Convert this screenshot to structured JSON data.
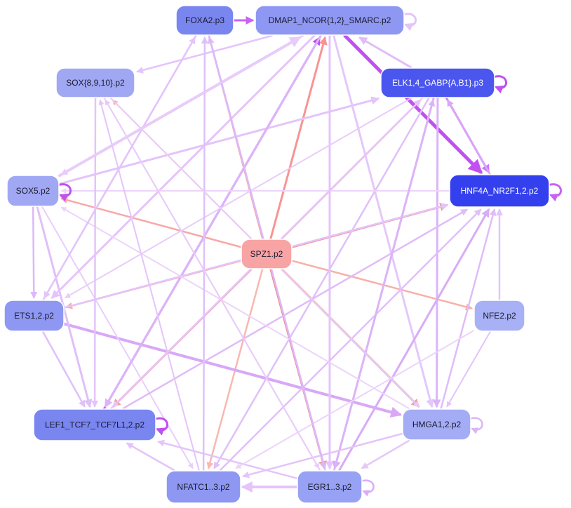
{
  "colors": {
    "purple_edge": "#c050f0",
    "light_purple_edge": "#dcb4f8",
    "salmon_edge": "#f89494",
    "light_salmon_edge": "#f8b8b0",
    "node_dark_text": "#1a1a2e",
    "node_light_text": "#ffffff"
  },
  "nodes": [
    {
      "id": "foxa2",
      "label": "FOXA2.p3",
      "fill": "#7a86f0",
      "text": "#1a1a2e"
    },
    {
      "id": "dmap1",
      "label": "DMAP1_NCOR{1,2}_SMARC.p2",
      "fill": "#8e98f2",
      "text": "#1a1a2e"
    },
    {
      "id": "sox8910",
      "label": "SOX{8,9,10}.p2",
      "fill": "#a0a8f4",
      "text": "#1a1a2e"
    },
    {
      "id": "elk14",
      "label": "ELK1,4_GABP{A,B1}.p3",
      "fill": "#4a56ee",
      "text": "#ffffff"
    },
    {
      "id": "sox5",
      "label": "SOX5.p2",
      "fill": "#a0a8f4",
      "text": "#1a1a2e"
    },
    {
      "id": "hnf4a",
      "label": "HNF4A_NR2F1,2.p2",
      "fill": "#3440ee",
      "text": "#ffffff"
    },
    {
      "id": "spz1",
      "label": "SPZ1.p2",
      "fill": "#f8a4a4",
      "text": "#1a1a2e"
    },
    {
      "id": "ets12",
      "label": "ETS1,2.p2",
      "fill": "#8e98f2",
      "text": "#1a1a2e"
    },
    {
      "id": "nfe2",
      "label": "NFE2.p2",
      "fill": "#a8b0f6",
      "text": "#1a1a2e"
    },
    {
      "id": "lef1",
      "label": "LEF1_TCF7_TCF7L1,2.p2",
      "fill": "#7a86f0",
      "text": "#1a1a2e"
    },
    {
      "id": "hmga12",
      "label": "HMGA1,2.p2",
      "fill": "#a4acf6",
      "text": "#1a1a2e"
    },
    {
      "id": "nfatc13",
      "label": "NFATC1..3.p2",
      "fill": "#8e98f2",
      "text": "#1a1a2e"
    },
    {
      "id": "egr13",
      "label": "EGR1..3.p2",
      "fill": "#98a2f4",
      "text": "#1a1a2e"
    }
  ],
  "edges": [
    {
      "from": "spz1",
      "to": "dmap1",
      "color": "#f89494",
      "w": 3
    },
    {
      "from": "spz1",
      "to": "foxa2",
      "color": "#f8a4a0",
      "w": 2.5
    },
    {
      "from": "spz1",
      "to": "sox8910",
      "color": "#f8aca8",
      "w": 2
    },
    {
      "from": "spz1",
      "to": "elk14",
      "color": "#f8b0a8",
      "w": 2.5
    },
    {
      "from": "spz1",
      "to": "sox5",
      "color": "#f8a8a8",
      "w": 2.5
    },
    {
      "from": "spz1",
      "to": "hnf4a",
      "color": "#f89494",
      "w": 3
    },
    {
      "from": "spz1",
      "to": "ets12",
      "color": "#f8b0a8",
      "w": 2.5
    },
    {
      "from": "spz1",
      "to": "nfe2",
      "color": "#f8b0a8",
      "w": 2.5
    },
    {
      "from": "spz1",
      "to": "lef1",
      "color": "#f8a0a0",
      "w": 3
    },
    {
      "from": "spz1",
      "to": "hmga12",
      "color": "#f89c9c",
      "w": 3
    },
    {
      "from": "spz1",
      "to": "nfatc13",
      "color": "#f8b8b0",
      "w": 2.5
    },
    {
      "from": "spz1",
      "to": "egr13",
      "color": "#f08888",
      "w": 3
    },
    {
      "from": "foxa2",
      "to": "dmap1",
      "color": "#c864f2",
      "w": 3
    },
    {
      "from": "dmap1",
      "to": "hnf4a",
      "color": "#c050f0",
      "w": 5
    },
    {
      "from": "elk14",
      "to": "hnf4a",
      "color": "#c878f4",
      "w": 3
    },
    {
      "from": "hnf4a",
      "to": "elk14",
      "color": "#d8a8f8",
      "w": 2.5
    },
    {
      "from": "lef1",
      "to": "dmap1",
      "color": "#c050f0",
      "w": 3
    },
    {
      "from": "ets12",
      "to": "hmga12",
      "color": "#d8a8f6",
      "w": 4
    },
    {
      "from": "sox5",
      "to": "dmap1",
      "color": "#e8cafa",
      "w": 4
    },
    {
      "from": "sox5",
      "to": "elk14",
      "color": "#e4c4fa",
      "w": 3
    },
    {
      "from": "sox5",
      "to": "ets12",
      "color": "#dcb8f8",
      "w": 2.5
    },
    {
      "from": "sox5",
      "to": "lef1",
      "color": "#e0c0f8",
      "w": 3
    },
    {
      "from": "sox5",
      "to": "nfatc13",
      "color": "#e8cffa",
      "w": 2
    },
    {
      "from": "dmap1",
      "to": "sox8910",
      "color": "#e4c4fa",
      "w": 2.5
    },
    {
      "from": "dmap1",
      "to": "ets12",
      "color": "#e4c4fa",
      "w": 3
    },
    {
      "from": "dmap1",
      "to": "lef1",
      "color": "#dcb4f8",
      "w": 3
    },
    {
      "from": "dmap1",
      "to": "egr13",
      "color": "#e4c4fa",
      "w": 3
    },
    {
      "from": "dmap1",
      "to": "hmga12",
      "color": "#e4c8fa",
      "w": 3
    },
    {
      "from": "elk14",
      "to": "dmap1",
      "color": "#e0bcf8",
      "w": 3
    },
    {
      "from": "elk14",
      "to": "hmga12",
      "color": "#dcb4f8",
      "w": 3
    },
    {
      "from": "elk14",
      "to": "egr13",
      "color": "#d8acf6",
      "w": 3
    },
    {
      "from": "elk14",
      "to": "nfatc13",
      "color": "#e0c0f8",
      "w": 2.5
    },
    {
      "from": "elk14",
      "to": "lef1",
      "color": "#e8ccfa",
      "w": 2
    },
    {
      "from": "elk14",
      "to": "ets12",
      "color": "#e8ccfa",
      "w": 2
    },
    {
      "from": "hnf4a",
      "to": "sox5",
      "color": "#ecd4fa",
      "w": 2
    },
    {
      "from": "ets12",
      "to": "hnf4a",
      "color": "#e4c4fa",
      "w": 2.5
    },
    {
      "from": "lef1",
      "to": "hnf4a",
      "color": "#e0bcf8",
      "w": 2.5
    },
    {
      "from": "lef1",
      "to": "elk14",
      "color": "#e4c4fa",
      "w": 2.5
    },
    {
      "from": "nfatc13",
      "to": "hnf4a",
      "color": "#e0c0f8",
      "w": 2.5
    },
    {
      "from": "egr13",
      "to": "hnf4a",
      "color": "#d8acf6",
      "w": 3
    },
    {
      "from": "egr13",
      "to": "elk14",
      "color": "#dcb4f8",
      "w": 2.5
    },
    {
      "from": "egr13",
      "to": "foxa2",
      "color": "#e0c0f8",
      "w": 2.5
    },
    {
      "from": "egr13",
      "to": "sox8910",
      "color": "#e4c4fa",
      "w": 2
    },
    {
      "from": "egr13",
      "to": "nfatc13",
      "color": "#e4c4fa",
      "w": 4
    },
    {
      "from": "egr13",
      "to": "lef1",
      "color": "#e4c4fa",
      "w": 2.5
    },
    {
      "from": "hmga12",
      "to": "hnf4a",
      "color": "#e0bcf8",
      "w": 2.5
    },
    {
      "from": "hmga12",
      "to": "egr13",
      "color": "#e4c8fa",
      "w": 2.5
    },
    {
      "from": "hmga12",
      "to": "sox5",
      "color": "#ecd4fa",
      "w": 2
    },
    {
      "from": "hmga12",
      "to": "nfatc13",
      "color": "#e4c4fa",
      "w": 2.5
    },
    {
      "from": "nfe2",
      "to": "hnf4a",
      "color": "#e4c4fa",
      "w": 2.5
    },
    {
      "from": "nfe2",
      "to": "nfatc13",
      "color": "#ecd4fa",
      "w": 2
    },
    {
      "from": "nfe2",
      "to": "hmga12",
      "color": "#e4c4fa",
      "w": 2
    },
    {
      "from": "nfatc13",
      "to": "foxa2",
      "color": "#e0c0f8",
      "w": 2.5
    },
    {
      "from": "nfatc13",
      "to": "sox8910",
      "color": "#e4c4fa",
      "w": 2
    },
    {
      "from": "nfatc13",
      "to": "lef1",
      "color": "#e4c4fa",
      "w": 2.5
    },
    {
      "from": "ets12",
      "to": "lef1",
      "color": "#e0c0f8",
      "w": 2.5
    },
    {
      "from": "ets12",
      "to": "foxa2",
      "color": "#e4c4fa",
      "w": 2.5
    },
    {
      "from": "sox8910",
      "to": "lef1",
      "color": "#e4c4fa",
      "w": 2.5
    },
    {
      "from": "sox8910",
      "to": "hmga12",
      "color": "#e8ccfa",
      "w": 2
    },
    {
      "from": "sox8910",
      "to": "egr13",
      "color": "#e8ccfa",
      "w": 2
    },
    {
      "from": "foxa2",
      "to": "ets12",
      "color": "#e4c4fa",
      "w": 2.5
    },
    {
      "from": "foxa2",
      "to": "egr13",
      "color": "#dcb8f8",
      "w": 2.5
    },
    {
      "from": "dmap1",
      "to": "sox5",
      "color": "#e8ccfa",
      "w": 2.5
    }
  ],
  "self_loops": [
    {
      "node": "dmap1",
      "side": "right",
      "color": "#e4c4fa",
      "w": 3
    },
    {
      "node": "elk14",
      "side": "right",
      "color": "#c050f0",
      "w": 3
    },
    {
      "node": "sox5",
      "side": "right",
      "color": "#c050f0",
      "w": 3
    },
    {
      "node": "hnf4a",
      "side": "right",
      "color": "#c864f2",
      "w": 3
    },
    {
      "node": "lef1",
      "side": "right",
      "color": "#c050f0",
      "w": 3
    },
    {
      "node": "hmga12",
      "side": "right",
      "color": "#dcb4f8",
      "w": 2.5
    },
    {
      "node": "egr13",
      "side": "right",
      "color": "#d8acf6",
      "w": 2.5
    }
  ]
}
